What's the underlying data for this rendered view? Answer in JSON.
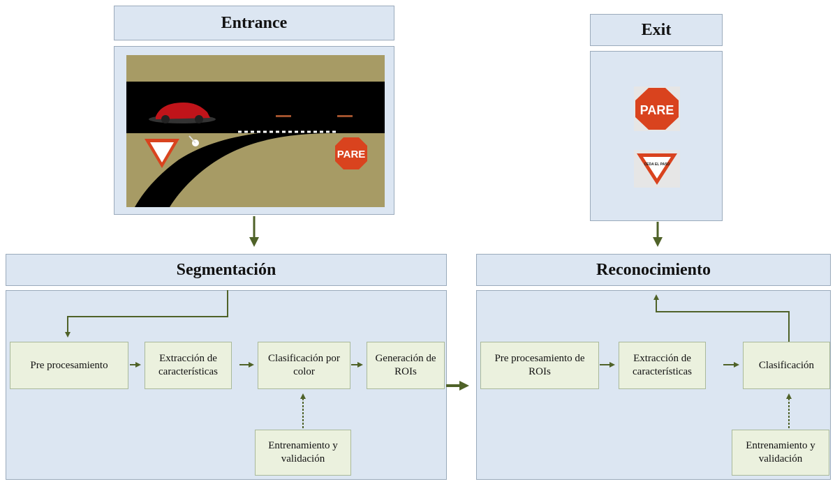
{
  "headers": {
    "entrance": "Entrance",
    "exit": "Exit",
    "segmentacion": "Segmentación",
    "reconocimiento": "Reconocimiento"
  },
  "seg_boxes": {
    "pre": "Pre procesamiento",
    "ext": "Extracción de características",
    "cls": "Clasificación por color",
    "gen": "Generación de ROIs",
    "train": "Entrenamiento y validación"
  },
  "rec_boxes": {
    "pre": "Pre procesamiento de ROIs",
    "ext": "Extracción de características",
    "cls": "Clasificación",
    "train": "Entrenamiento y validación"
  },
  "signs": {
    "stop_text": "PARE",
    "yield_text": "CEDA EL PASO"
  },
  "colors": {
    "arrow": "#4f6228",
    "panel": "#dce6f2",
    "box": "#ebf1de",
    "stop": "#d9431e",
    "ground": "#a79b65"
  }
}
